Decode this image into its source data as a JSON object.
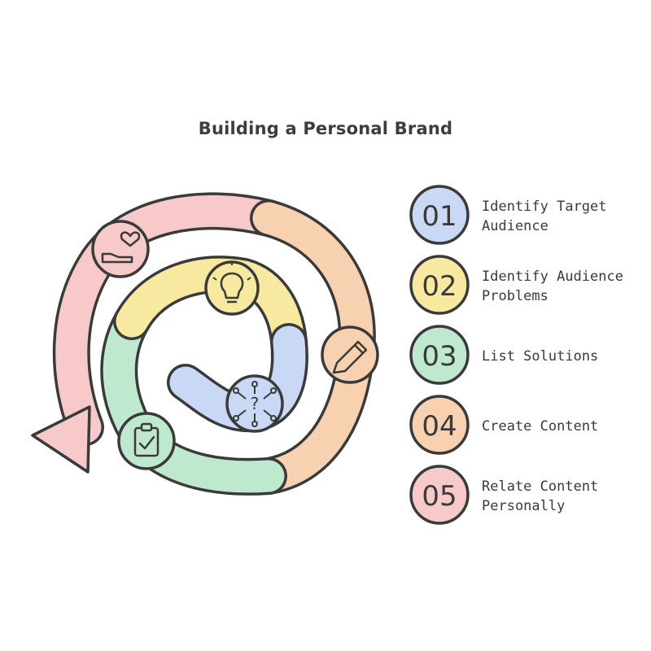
{
  "title": "Building a Personal Brand",
  "steps": [
    {
      "number": "01",
      "label": "Identify Target Audience",
      "color": "#c9d8f4",
      "icon": "bulb-icon"
    },
    {
      "number": "02",
      "label": "Identify Audience Problems",
      "color": "#f7eaa0",
      "icon": "question-network-icon"
    },
    {
      "number": "03",
      "label": "List Solutions",
      "color": "#bfe9cf",
      "icon": "clipboard-check-icon"
    },
    {
      "number": "04",
      "label": "Create Content",
      "color": "#f8d2b0",
      "icon": "pen-icon"
    },
    {
      "number": "05",
      "label": "Relate Content Personally",
      "color": "#f8c9c9",
      "icon": "hand-heart-icon"
    }
  ],
  "colors": {
    "outline": "#3a3a3a",
    "blue": "#c9d8f4",
    "yellow": "#f7eaa0",
    "green": "#bfe9cf",
    "orange": "#f8d2b0",
    "pink": "#f8c9c9"
  }
}
